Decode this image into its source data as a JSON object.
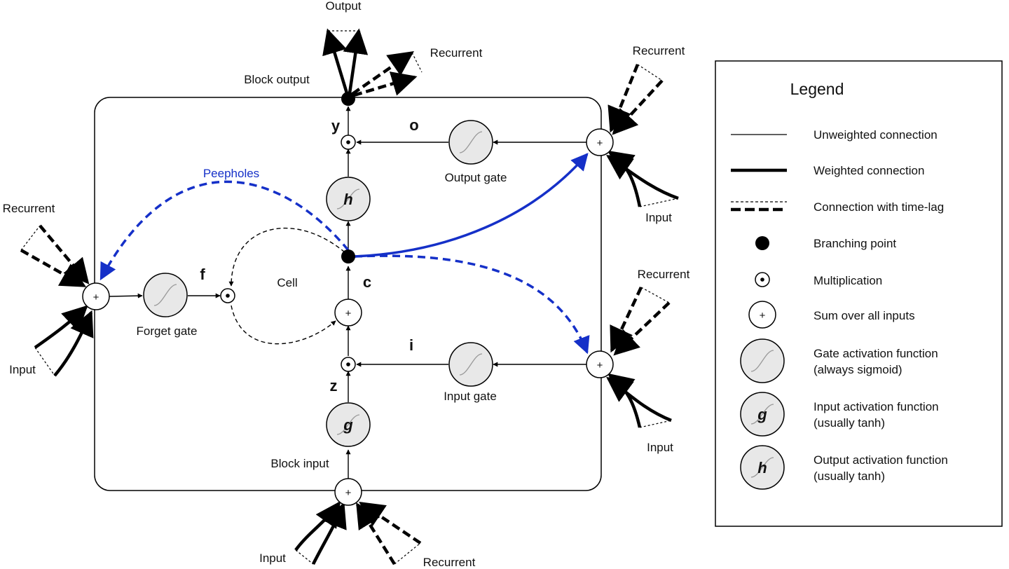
{
  "labels": {
    "output": "Output",
    "block_output": "Block output",
    "recurrent_out": "Recurrent",
    "recurrent_o": "Recurrent",
    "input_o": "Input",
    "recurrent_f": "Recurrent",
    "input_f": "Input",
    "recurrent_i": "Recurrent",
    "input_i": "Input",
    "block_input": "Block input",
    "input_z": "Input",
    "recurrent_z": "Recurrent",
    "forget_gate": "Forget gate",
    "output_gate": "Output gate",
    "input_gate": "Input gate",
    "cell": "Cell",
    "peepholes": "Peepholes"
  },
  "symbols": {
    "y": "y",
    "o": "o",
    "f": "f",
    "c": "c",
    "i": "i",
    "z": "z",
    "h": "h",
    "g": "g",
    "plus": "+"
  },
  "legend": {
    "title": "Legend",
    "items": [
      "Unweighted connection",
      "Weighted connection",
      "Connection with time-lag",
      "Branching point",
      "Multiplication",
      "Sum over all inputs",
      "Gate activation function",
      "(always sigmoid)",
      "Input activation function",
      "(usually tanh)",
      "Output activation function",
      "(usually tanh)"
    ]
  },
  "colors": {
    "peephole": "#1530c8",
    "node_fill": "#e8e8e8",
    "stroke": "#000000"
  }
}
